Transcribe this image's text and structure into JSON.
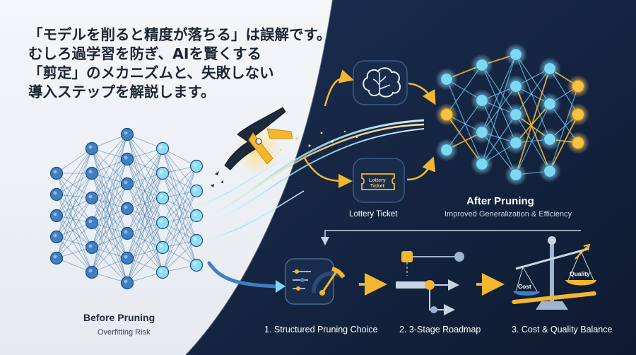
{
  "headline": {
    "line1": "「モデルを削ると精度が落ちる」は誤解です。",
    "line2": "むしろ過学習を防ぎ、AIを賢くする",
    "line3": "「剪定」のメカニズムと、失敗しない",
    "line4": "導入ステップを解説します。"
  },
  "before": {
    "title": "Before Pruning",
    "subtitle": "Overfitting Risk"
  },
  "after": {
    "title": "After Pruning",
    "subtitle": "Improved Generalization & Efficiency"
  },
  "lottery": {
    "label": "Lottery Ticket",
    "ticket_line1": "Lottery",
    "ticket_line2": "Ticket"
  },
  "steps": [
    {
      "label": "1. Structured Pruning Choice"
    },
    {
      "label": "2. 3-Stage Roadmap"
    },
    {
      "label": "3. Cost & Quality Balance"
    }
  ],
  "scale": {
    "left_label": "Cost",
    "right_label": "Quality"
  },
  "colors": {
    "navy_bg": "#13223d",
    "light_bg": "#eef1f5",
    "node_blue": "#3f7fc4",
    "node_cyan": "#7fd8f2",
    "accent_gold": "#f2b630"
  },
  "icons": [
    "brain-icon",
    "scissors-icon",
    "ticket-icon",
    "gauge-icon",
    "flowchart-icon",
    "balance-scale-icon"
  ]
}
